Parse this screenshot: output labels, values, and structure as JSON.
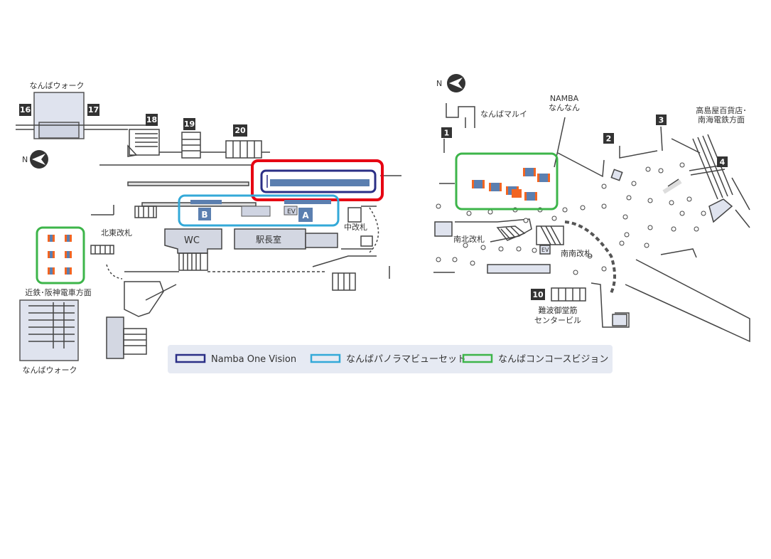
{
  "labels": {
    "namba_walk_top": "なんばウォーク",
    "namba_walk_bottom": "なんばウォーク",
    "north_east_gate": "北東改札",
    "middle_gate": "中改札",
    "station_master": "駅長室",
    "wc": "WC",
    "kintetsu": "近鉄･阪神電車方面",
    "ev_left": "EV",
    "ev_right": "EV",
    "panel_a": "A",
    "panel_b": "B",
    "north_left": "N",
    "north_right": "N",
    "marui": "なんばマルイ",
    "namba_parks_1": "NAMBA",
    "namba_parks_2": "なんなん",
    "takashimaya_1": "高島屋百貨店･",
    "takashimaya_2": "南海電鉄方面",
    "south_north_gate": "南北改札",
    "south_south_gate": "南南改札",
    "midosuji_1": "難波御堂筋",
    "midosuji_2": "センタービル"
  },
  "exits": {
    "e16": "16",
    "e17": "17",
    "e18": "18",
    "e19": "19",
    "e20": "20",
    "e1": "1",
    "e2": "2",
    "e3": "3",
    "e4": "4",
    "e10": "10"
  },
  "legend": {
    "items": [
      {
        "label": "Namba One Vision",
        "color": "#2b2f86"
      },
      {
        "label": "なんばパノラマビューセット",
        "color": "#33a9d8"
      },
      {
        "label": "なんばコンコースビジョン",
        "color": "#3db54a"
      }
    ]
  },
  "colors": {
    "highlight_red": "#e60012",
    "navy": "#2b2f86",
    "cyan": "#33a9d8",
    "green": "#3db54a",
    "screen_blue": "#5b7fb0",
    "screen_orange": "#f26522",
    "exit_box": "#333333",
    "wall": "#444444",
    "legend_bg": "#e6eaf3"
  }
}
